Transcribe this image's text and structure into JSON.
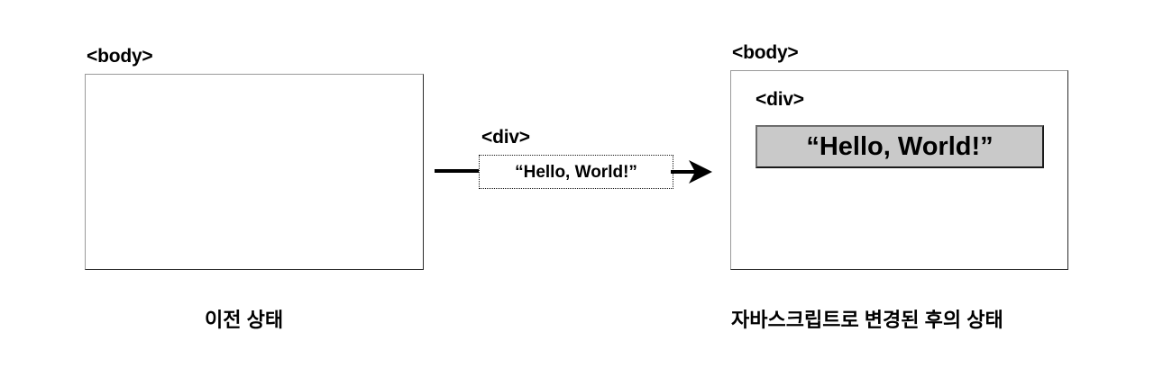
{
  "diagram": {
    "title": "DOM change by JavaScript before/after state diagram",
    "colors": {
      "canvas": "#ffffff",
      "box_border_light": "#9a9a9a",
      "box_border_dark": "#2b2b2b",
      "highlight_fill": "#c9c9c9",
      "text": "#000000",
      "arrow": "#000000"
    }
  },
  "before": {
    "body_tag_label": "<body>",
    "caption": "이전 상태"
  },
  "transition": {
    "div_tag_label": "<div>",
    "node_text": "“Hello, World!”",
    "arrow_icon": "arrow-right-icon"
  },
  "after": {
    "body_tag_label": "<body>",
    "div_tag_label": "<div>",
    "rendered_text": "“Hello, World!”",
    "caption": "자바스크립트로 변경된 후의 상태"
  }
}
